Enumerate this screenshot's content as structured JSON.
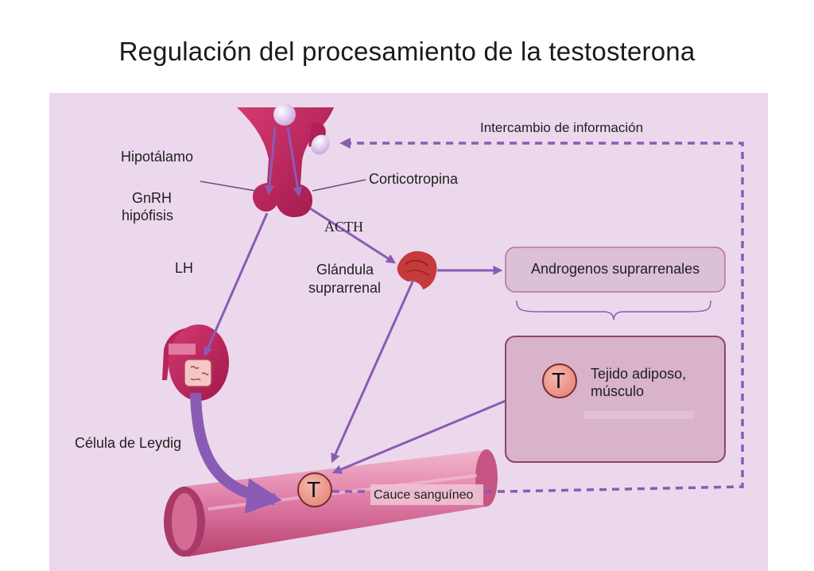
{
  "title": "Regulación del procesamiento de la testosterona",
  "labels": {
    "hypothalamus": "Hipotálamo",
    "gnrh": "GnRH",
    "pituitary": "hipófisis",
    "corticotropin": "Corticotropina",
    "acth": "ACTH",
    "lh": "LH",
    "adrenal_gland_line1": "Glándula",
    "adrenal_gland_line2": "suprarrenal",
    "adrenal_androgens": "Androgenos suprarrenales",
    "adipose_line1": "Tejido adiposo,",
    "adipose_line2": "músculo",
    "leydig": "Célula de Leydig",
    "bloodstream": "Cauce sanguíneo",
    "feedback": "Intercambio de información",
    "t_symbol": "T"
  },
  "colors": {
    "background_panel": "#ecd8ec",
    "arrow": "#8a5bb5",
    "dashed_feedback": "#8a5bb5",
    "gland": "#c3245e",
    "vessel": "#e48bb0",
    "box_fill": "#d7b2c9",
    "t_circle": "#ef9a8e"
  }
}
